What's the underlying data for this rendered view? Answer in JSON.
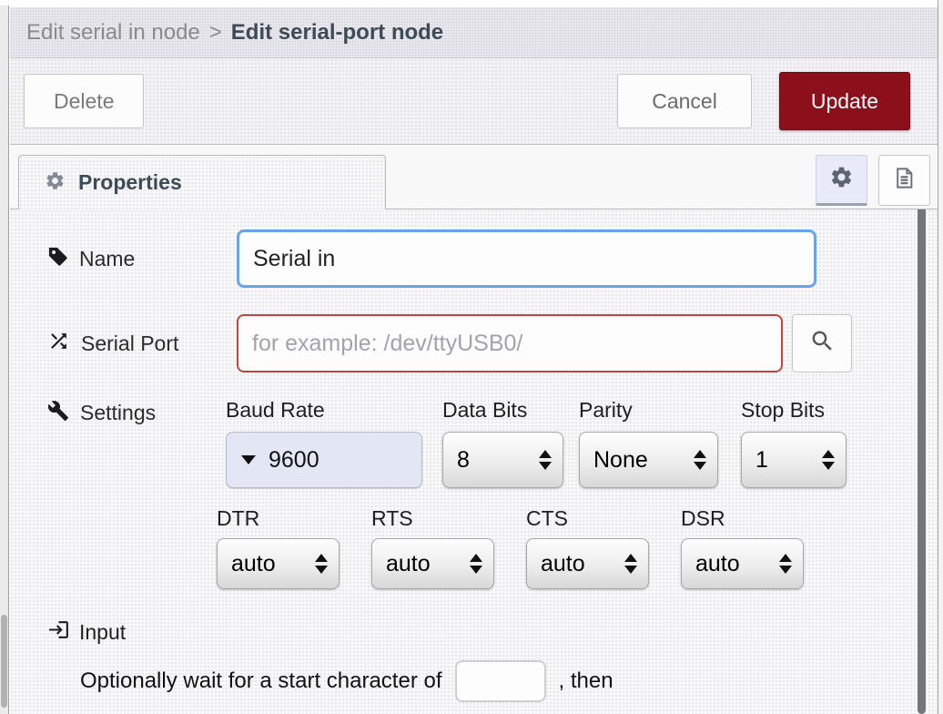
{
  "header": {
    "breadcrumb_parent": "Edit serial in node",
    "breadcrumb_separator": ">",
    "breadcrumb_current": "Edit serial-port node"
  },
  "toolbar": {
    "delete_label": "Delete",
    "cancel_label": "Cancel",
    "update_label": "Update"
  },
  "tabs": {
    "properties_label": "Properties"
  },
  "form": {
    "name": {
      "label": "Name",
      "value": "Serial in",
      "icon": "tag-icon"
    },
    "serial_port": {
      "label": "Serial Port",
      "placeholder": "for example: /dev/ttyUSB0/",
      "icon": "shuffle-icon"
    },
    "settings": {
      "label": "Settings",
      "icon": "wrench-icon",
      "baud_rate": {
        "label": "Baud Rate",
        "value": "9600"
      },
      "data_bits": {
        "label": "Data Bits",
        "value": "8"
      },
      "parity": {
        "label": "Parity",
        "value": "None"
      },
      "stop_bits": {
        "label": "Stop Bits",
        "value": "1"
      },
      "dtr": {
        "label": "DTR",
        "value": "auto"
      },
      "rts": {
        "label": "RTS",
        "value": "auto"
      },
      "cts": {
        "label": "CTS",
        "value": "auto"
      },
      "dsr": {
        "label": "DSR",
        "value": "auto"
      }
    },
    "input_section": {
      "label": "Input",
      "icon": "sign-in-icon",
      "wait_text_before": "Optionally wait for a start character of",
      "wait_text_after": ", then",
      "start_char_value": ""
    }
  },
  "icons": {
    "tab": "gear-icon",
    "editor_toggle_properties": "gear-icon",
    "editor_toggle_description": "file-text-icon",
    "serial_port_lookup": "search-icon",
    "baud_rate_caret": "caret-down-icon",
    "select_spinner": "up-down-arrows-icon"
  },
  "colors": {
    "update_button_red": "#8c101c",
    "name_focus_blue": "#6ba3e8",
    "serial_error_red": "#c1463e",
    "baud_dropdown_bg": "#e3e7f4",
    "header_text_dark": "#3e4a56"
  }
}
